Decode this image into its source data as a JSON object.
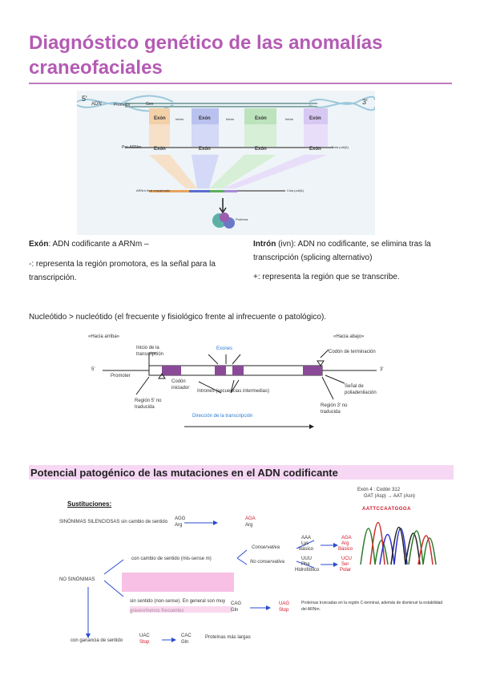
{
  "title": "Diagnóstico genético de las anomalías craneofaciales",
  "fig1": {
    "five_prime": "5'",
    "three_prime": "3'",
    "adn": "ADN",
    "promotor": "Promotor",
    "gen": "Gen",
    "exon": "Exón",
    "intron": "Intrón",
    "pre_arnm": "Pre-ARNm",
    "cola": "Cola poli(A)",
    "arnm": "ARNm final empalmado",
    "proteina": "Proteína"
  },
  "text": {
    "exon_label": "Exón",
    "exon_def": ": ADN codificante a ARNm –",
    "minus_def": "-: representa la región promotora, es la señal para la transcripción.",
    "intron_label": "Intrón",
    "intron_def": " (ivn): ADN no codificante, se elimina tras la transcripción (splicing alternativo)",
    "plus_def": "+: representa la región que se transcribe.",
    "nucleotido": "Nucleótido > nucleótido (el frecuente y fisiológico frente al infrecuente o patológico)."
  },
  "fig2": {
    "hacia_arriba": "«Hacia arriba»",
    "hacia_abajo": "«Hacia abajo»",
    "inicio": "Inicio de la transcripción",
    "exones": "Exones",
    "codon_term": "Codón de terminación",
    "five": "5'",
    "three": "3'",
    "promoter": "Promoter",
    "codon_ini": "Codón iniciador",
    "intrones": "Intrones (secuencias intermedias)",
    "region5": "Región 5' no traducida",
    "senal": "Señal de poliadenilación",
    "region3": "Región 3' no traducida",
    "direccion": "Dirección de la transcripción"
  },
  "section_title": "Potencial patogénico de las mutaciones en el ADN codificante",
  "fig3": {
    "sustituciones": "Sustituciones:",
    "sinonimas": "SINÓNIMAS SILENCIOSAS sin cambio de sentido",
    "agg": "AGG",
    "arg": "Arg",
    "aga": "AGA",
    "arg2": "Arg",
    "con_cambio": "con cambio de sentido (mis-sense m)",
    "conservativa": "Conservativa",
    "no_conservativa": "No conservativa",
    "aaa": "AAA",
    "lys": "Lys",
    "basico": "Básico",
    "uuu": "UUU",
    "phe": "Phe",
    "hidrofobico": "Hidrofóbico",
    "aga_b": "AGA",
    "arg_b": "Arg",
    "basico_b": "Básico",
    "ucu": "UCU",
    "ser": "Ser",
    "polar": "Polar",
    "no_sinonimas": "NO SINÓNIMAS",
    "sin_sentido": "sin sentido (non-sense). En general son muy graves/menos frecuentes",
    "cag": "CAG",
    "gln": "Gln",
    "uag": "UAG",
    "stop": "Stop",
    "proteinas_truncadas": "Proteínas truncadas en la región C-terminal, además de disminuir la estabilidad del ARNm.",
    "con_ganancia": "con ganancia de sentido",
    "uac": "UAC",
    "stop2": "Stop",
    "cac": "CAC",
    "gln2": "Gln",
    "proteinas_largas": "Proteínas más largas",
    "exon4": "Exón 4 : Codón 312",
    "gat_aat": "GAT (Asp) → AAT (Asn)",
    "seq": "AATTCCAATGGGA"
  },
  "colors": {
    "title": "#b45bb4",
    "exon_orange": "#e8a35c",
    "exon_blue": "#5b6ed0",
    "exon_green": "#5cb05c",
    "exon_purple": "#a68ad8",
    "box_purple": "#8a4a98"
  }
}
